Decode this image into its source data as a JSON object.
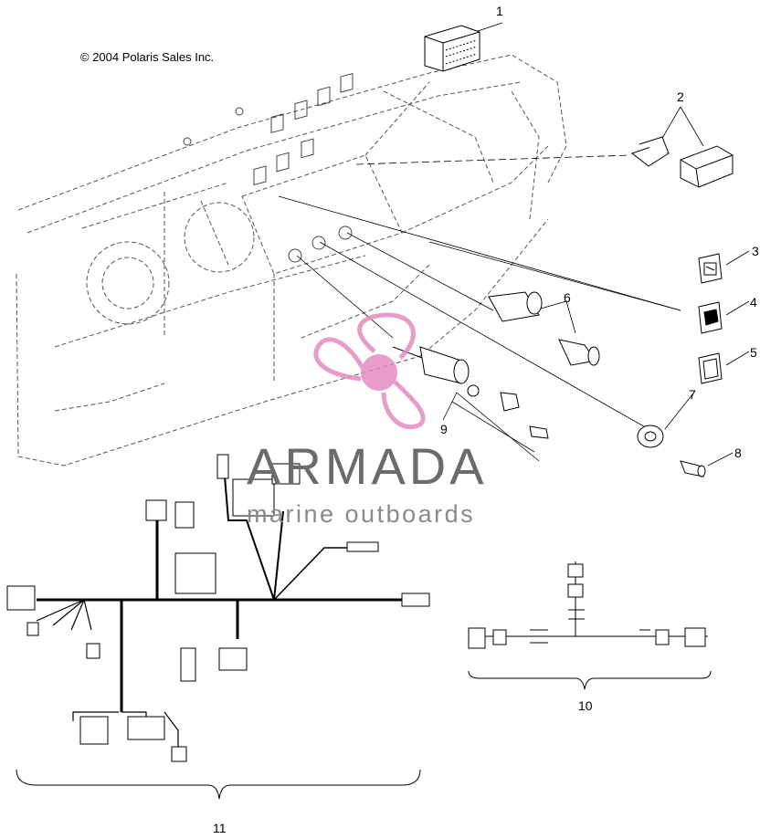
{
  "copyright": "© 2004 Polaris Sales Inc.",
  "watermark": {
    "brand": "ARMADA",
    "tagline": "marine outboards",
    "logo_color": "#e38bc0"
  },
  "callouts": [
    "1",
    "2",
    "3",
    "4",
    "5",
    "6",
    "7",
    "8",
    "9",
    "10",
    "11"
  ],
  "colors": {
    "line": "#000000",
    "dash": "#555555",
    "background": "#ffffff"
  }
}
